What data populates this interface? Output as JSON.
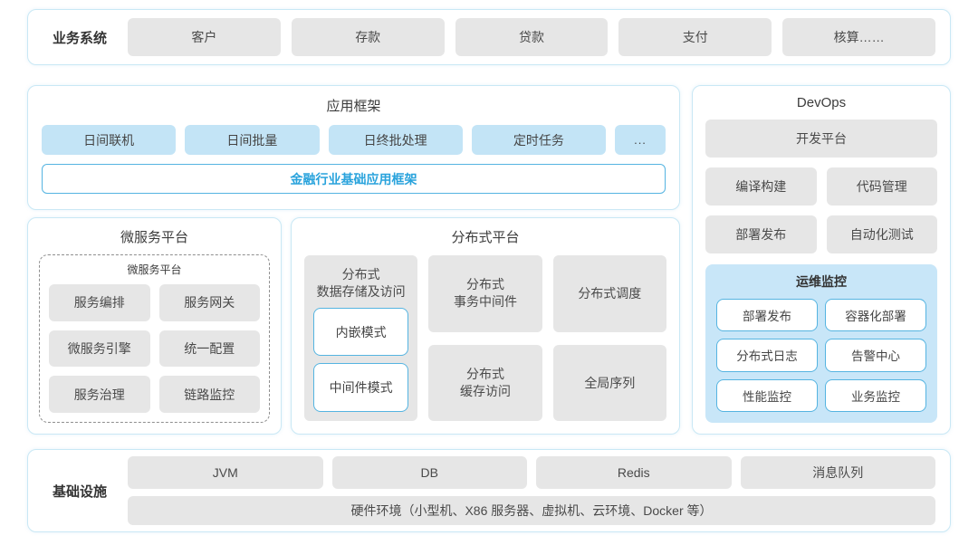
{
  "palette": {
    "panel_border": "#c9e8f5",
    "light_blue_box": "#c3e4f6",
    "monitor_bg": "#c8e6f8",
    "gray_box": "#e6e6e6",
    "accent_blue": "#29a3dc",
    "blue_border": "#55b4e1",
    "text_dark": "#4a4a4a"
  },
  "business_systems": {
    "label": "业务系统",
    "items": [
      "客户",
      "存款",
      "贷款",
      "支付",
      "核算……"
    ]
  },
  "app_framework": {
    "title": "应用框架",
    "modules": [
      "日间联机",
      "日间批量",
      "日终批处理",
      "定时任务",
      "..."
    ],
    "base": "金融行业基础应用框架"
  },
  "microservice_platform": {
    "title": "微服务平台",
    "inner_title": "微服务平台",
    "items": [
      "服务编排",
      "服务网关",
      "微服务引擎",
      "统一配置",
      "服务治理",
      "链路监控"
    ]
  },
  "distributed_platform": {
    "title": "分布式平台",
    "storage": {
      "label": "分布式\n数据存储及访问",
      "modes": [
        "内嵌模式",
        "中间件模式"
      ]
    },
    "middle_items": [
      "分布式\n事务中间件",
      "分布式\n缓存访问"
    ],
    "right_items": [
      "分布式调度",
      "全局序列"
    ]
  },
  "devops": {
    "title": "DevOps",
    "platform": "开发平台",
    "tools": [
      "编译构建",
      "代码管理",
      "部署发布",
      "自动化测试"
    ],
    "monitoring": {
      "title": "运维监控",
      "items": [
        "部署发布",
        "容器化部署",
        "分布式日志",
        "告警中心",
        "性能监控",
        "业务监控"
      ]
    }
  },
  "infrastructure": {
    "label": "基础设施",
    "items": [
      "JVM",
      "DB",
      "Redis",
      "消息队列"
    ],
    "hardware": "硬件环境（小型机、X86 服务器、虚拟机、云环境、Docker 等）"
  }
}
